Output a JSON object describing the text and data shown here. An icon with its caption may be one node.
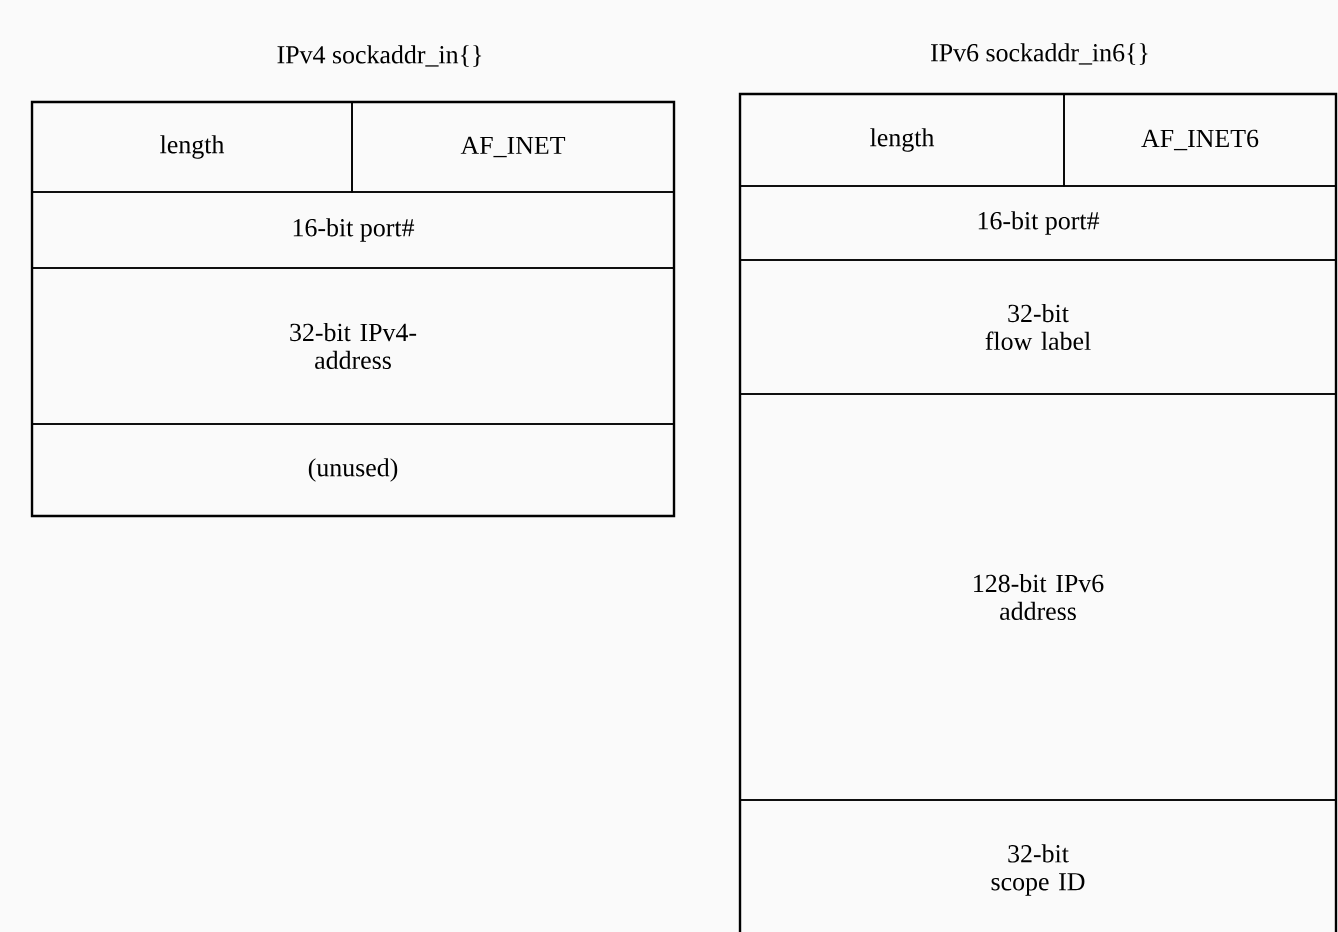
{
  "diagram": {
    "nodes": [
      {
        "text": [
          "IPv4 sockaddr_in{}"
        ]
      },
      {
        "text": [
          "length"
        ],
        "in": 0
      },
      {
        "text": [
          "AF_INET"
        ],
        "in": 0
      },
      {
        "text": [
          "16-bit port#"
        ],
        "in": 0
      },
      {
        "text": [
          "32-bit IPv4-address"
        ],
        "in": 0
      },
      {
        "text": [
          "(unused)"
        ],
        "in": 0
      },
      {
        "text": [
          "IPv6 sockaddr_in6{}"
        ]
      },
      {
        "text": [
          "length"
        ],
        "in": 6
      },
      {
        "text": [
          "AF_INET6"
        ],
        "in": 6
      },
      {
        "text": [
          "16-bit port#"
        ],
        "in": 6
      },
      {
        "text": [
          "32-bit flow label"
        ],
        "in": 6
      },
      {
        "text": [
          "128-bit IPv6 address"
        ],
        "in": 6
      },
      {
        "text": [
          "32-bit scope ID"
        ],
        "in": 6
      }
    ]
  }
}
